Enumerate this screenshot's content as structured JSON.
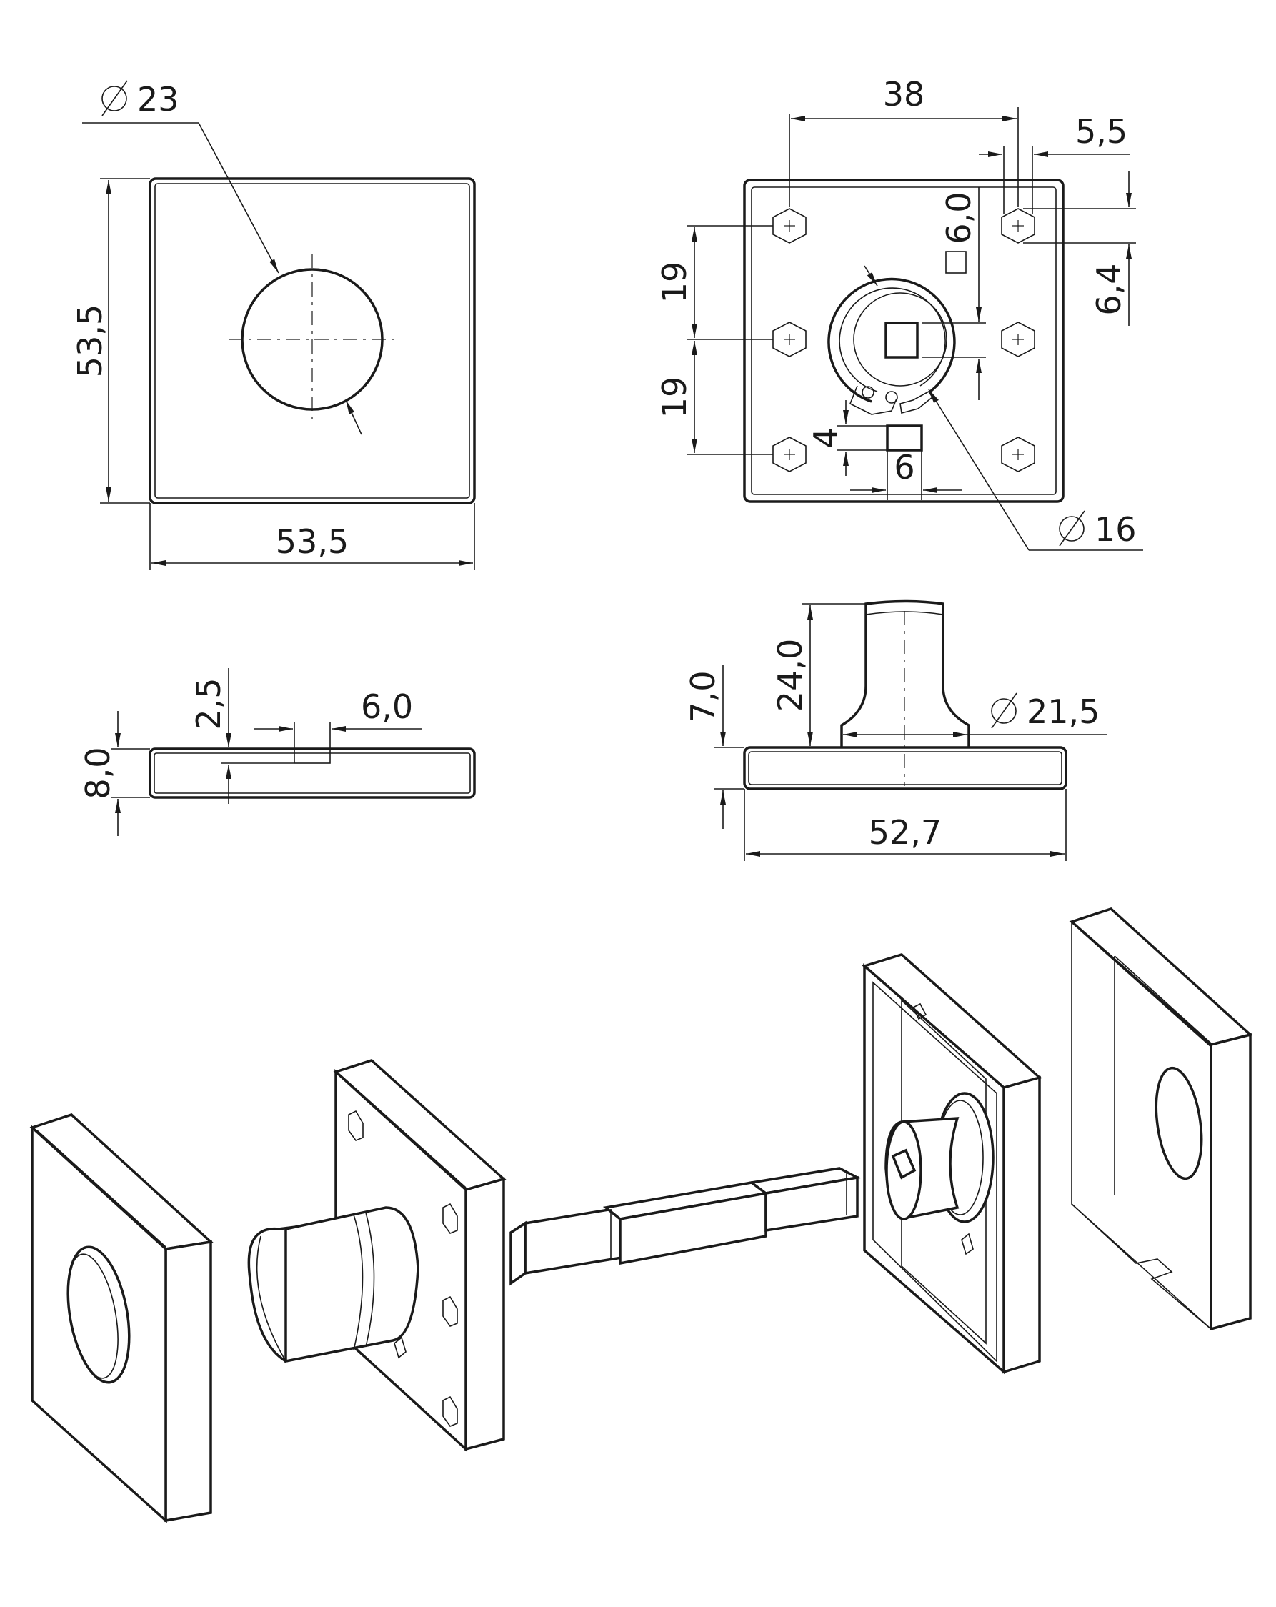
{
  "diagram": {
    "front_view": {
      "diameter": "23",
      "height": "53,5",
      "width": "53,5"
    },
    "back_view": {
      "width_pitch": "38",
      "hole_offset": "5,5",
      "square_size": "6,0",
      "hole_offset_v": "6,4",
      "pitch_upper": "19",
      "pitch_lower": "19",
      "slot_height": "4",
      "slot_width": "6",
      "ring_diameter": "16"
    },
    "side_view": {
      "depth": "2,5",
      "slot_width": "6,0",
      "thickness": "8,0"
    },
    "spindle_view": {
      "spindle_length": "24,0",
      "plate_height": "7,0",
      "boss_diameter": "21,5",
      "width": "52,7"
    },
    "symbols": {
      "diameter_icon": "diameter-symbol"
    }
  }
}
